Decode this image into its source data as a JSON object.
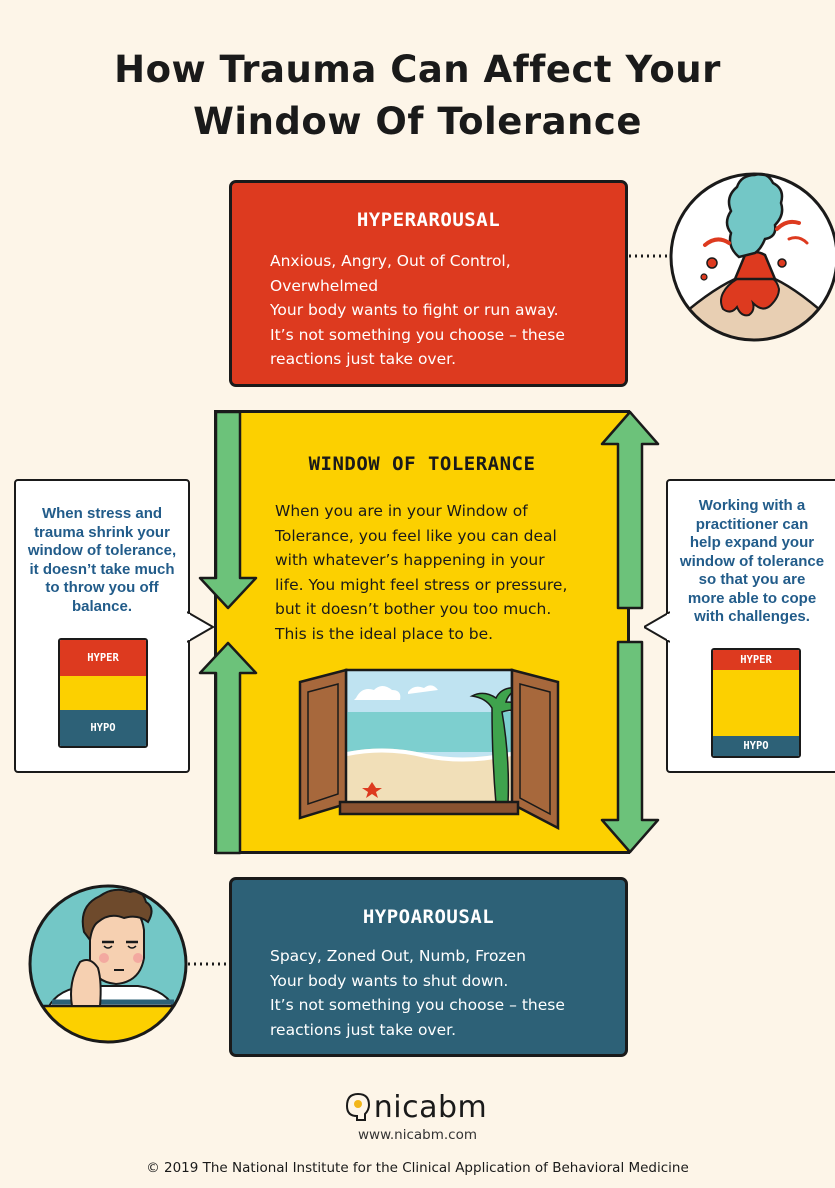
{
  "title": {
    "line1": "How Trauma Can Affect Your",
    "line2": "Window Of Tolerance"
  },
  "hyperarousal": {
    "heading": "HYPERAROUSAL",
    "lines": [
      "Anxious, Angry, Out of Control,",
      "Overwhelmed",
      "Your body wants to fight or run away.",
      "It’s not something you choose – these",
      "reactions just take over."
    ],
    "color": "#dd3a1f"
  },
  "window_of_tolerance": {
    "heading": "WINDOW OF TOLERANCE",
    "lines": [
      "When you are in your Window of",
      "Tolerance, you feel like you can deal",
      "with whatever’s happening in your",
      "life.  You might feel stress or pressure,",
      "but it doesn’t bother you too much.",
      "This is the ideal place to be."
    ],
    "color": "#fcd000"
  },
  "hypoarousal": {
    "heading": "HYPOAROUSAL",
    "lines": [
      "Spacy, Zoned Out, Numb, Frozen",
      "Your body wants to shut down.",
      "It’s not something you choose – these",
      "reactions just take over."
    ],
    "color": "#2d6177"
  },
  "left_callout": {
    "lines": [
      "When stress and",
      "trauma shrink your",
      "window of tolerance,",
      "it doesn’t take much",
      "to throw you off",
      "balance."
    ],
    "bar": {
      "top_label": "HYPER",
      "bottom_label": "HYPO"
    }
  },
  "right_callout": {
    "lines": [
      "Working with a",
      "practitioner can",
      "help expand your",
      "window of tolerance",
      "so that you are",
      "more able to cope",
      "with challenges."
    ],
    "bar": {
      "top_label": "HYPER",
      "bottom_label": "HYPO"
    }
  },
  "footer": {
    "logo_text": "nicabm",
    "url": "www.nicabm.com",
    "copyright": "© 2019 The National Institute for the Clinical Application of Behavioral Medicine"
  },
  "colors": {
    "background": "#fdf5e8",
    "arrow": "#6cc27a",
    "callout_text": "#225c8a"
  }
}
